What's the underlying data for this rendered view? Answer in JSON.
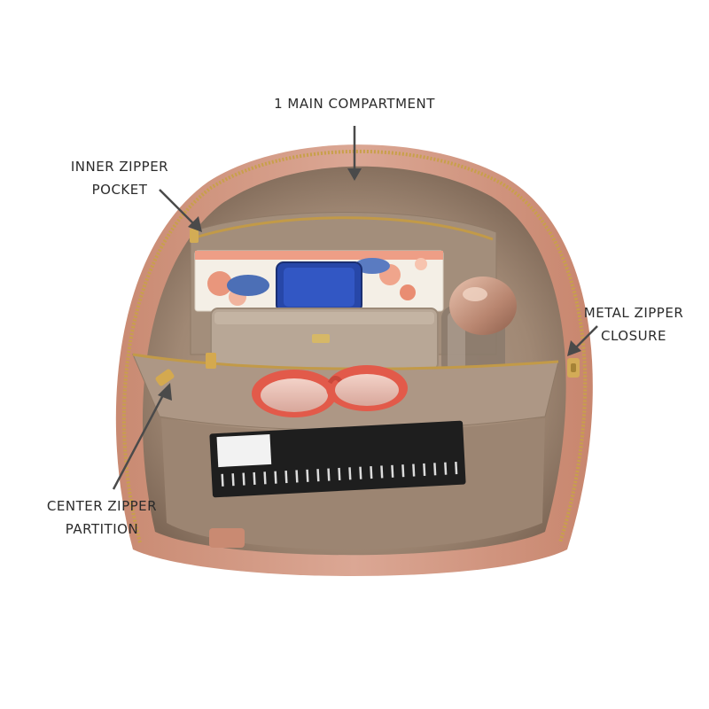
{
  "callouts": {
    "main_compartment": "1 MAIN COMPARTMENT",
    "inner_pocket": {
      "line1": "INNER ZIPPER",
      "line2": "POCKET"
    },
    "metal_zipper": {
      "line1": "METAL ZIPPER",
      "line2": "CLOSURE"
    },
    "center_partition": {
      "line1": "CENTER ZIPPER",
      "line2": "PARTITION"
    }
  },
  "colors": {
    "bag_exterior": "#d49b86",
    "bag_lining": "#a48d7b",
    "zipper": "#c8a04a",
    "wallet": "#b8a796",
    "phone": "#2747a8",
    "sunglasses": "#e25a4a",
    "notebook": "#1e1e1e",
    "bottle_cap": "#c79a82",
    "arrow": "#4a4a4a"
  }
}
